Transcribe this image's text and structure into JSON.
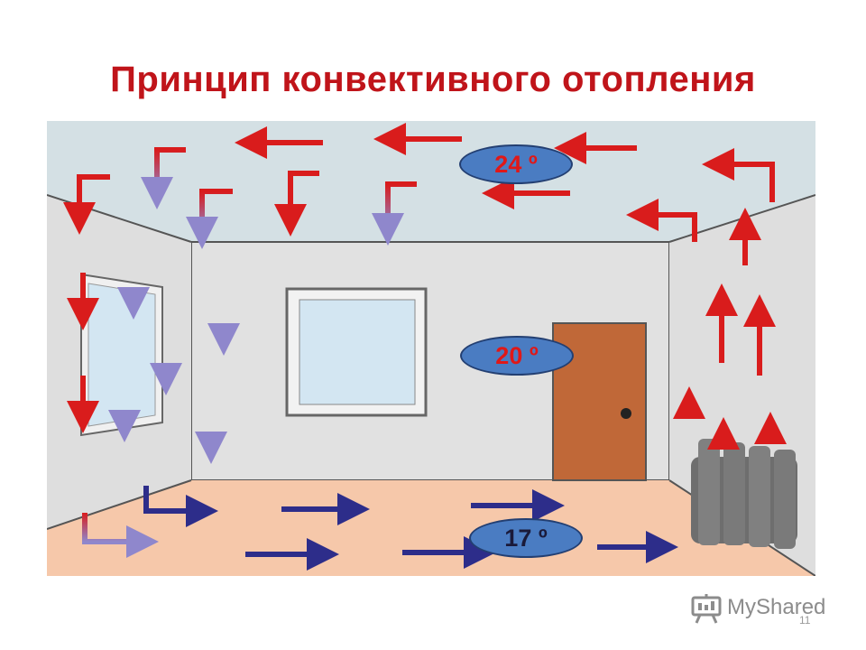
{
  "title": "Принцип конвективного отопления",
  "temperatures": {
    "ceiling": "24 º",
    "middle": "20 º",
    "floor": "17 º"
  },
  "colors": {
    "title": "#c0141a",
    "warm_arrow": "#d91c1c",
    "cool_arrow": "#2d2d8a",
    "light_cool_arrow": "#8f87cc",
    "badge_fill": "#4a7cc2",
    "ceiling": "#d4e0e4",
    "wall": "#e0e0e0",
    "floor": "#f6c8aa",
    "door": "#c06838"
  },
  "icons": {
    "logo": "presentation-board-icon"
  },
  "logo": {
    "text": "MyShared"
  },
  "page_number": "11"
}
